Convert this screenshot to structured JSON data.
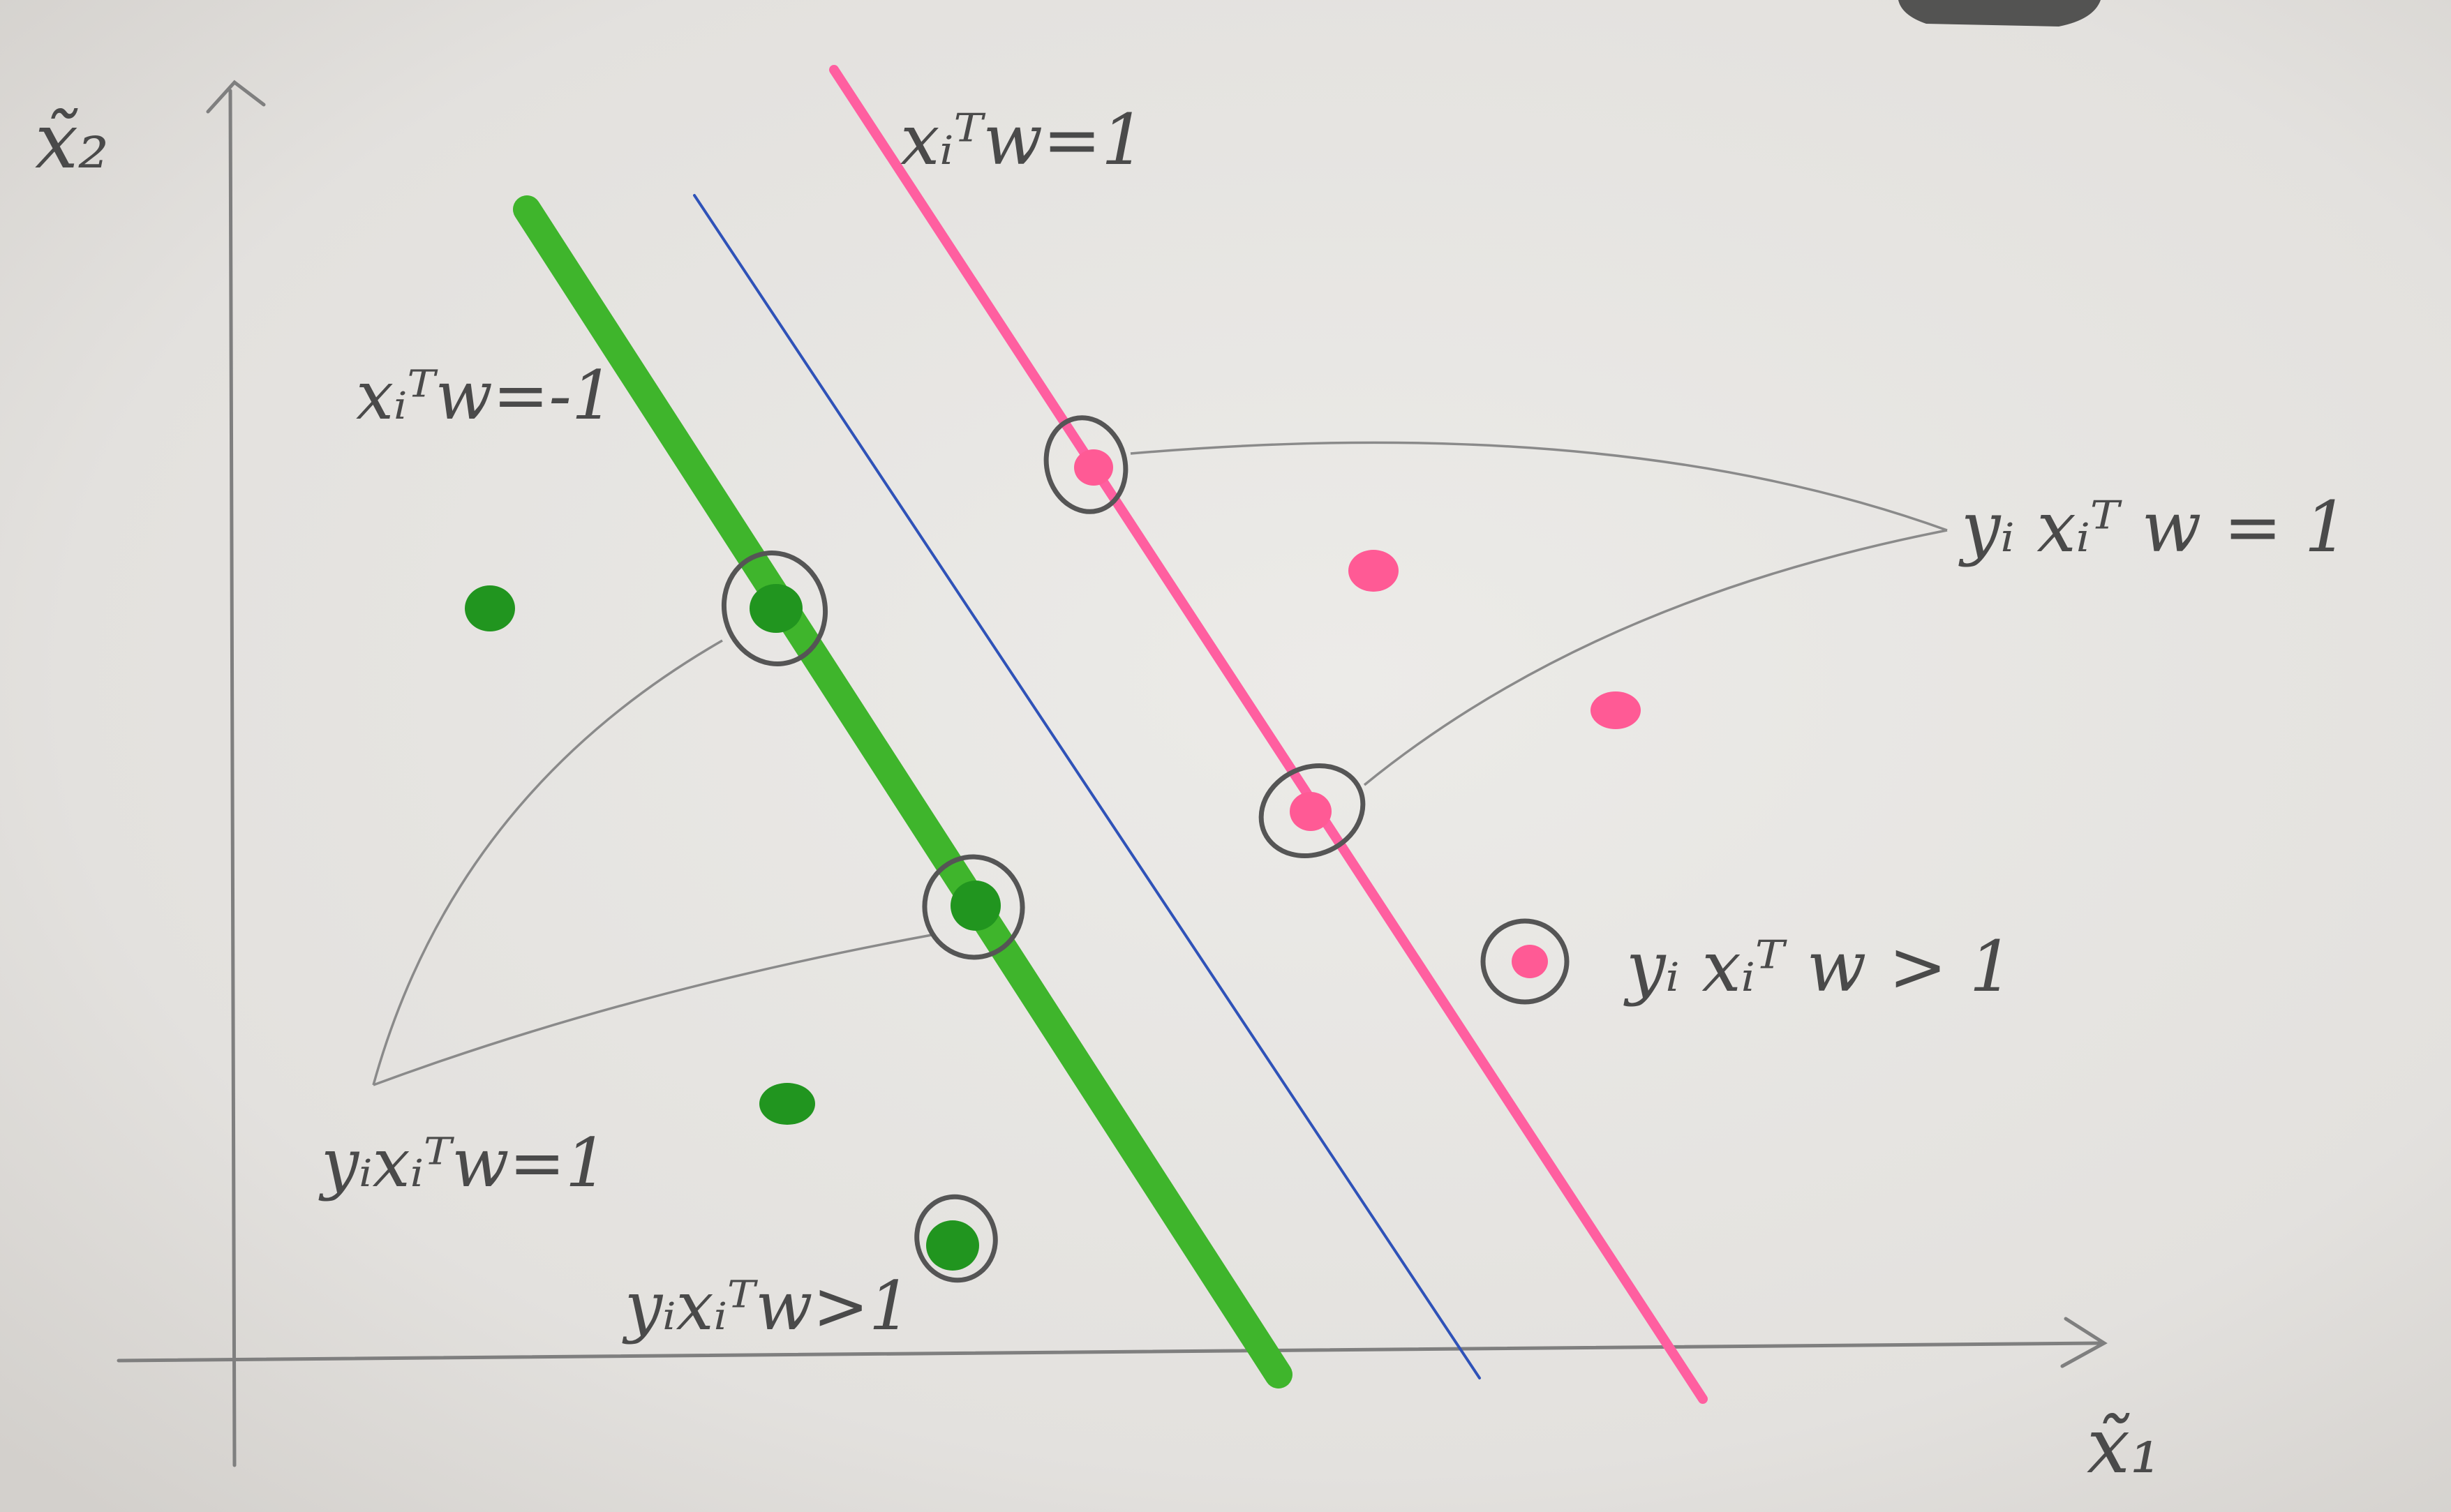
{
  "axes": {
    "x_label": "x̃₁",
    "y_label": "x̃₂"
  },
  "lines": {
    "negative_margin": {
      "label": "xᵢᵀw=-1",
      "color": "#3fb52c"
    },
    "decision_boundary": {
      "label": "",
      "color": "#2f52b8"
    },
    "positive_margin": {
      "label": "xᵢᵀw=1",
      "color": "#ff5fa0"
    }
  },
  "annotations": {
    "positive_support": "yᵢ xᵢᵀ w = 1",
    "negative_support": "yᵢxᵢᵀw=1",
    "positive_outside": "yᵢ xᵢᵀ w > 1",
    "negative_outside": "yᵢxᵢᵀw>1"
  },
  "points": {
    "green_color": "#21951f",
    "pink_color": "#ff5a95",
    "circle_color": "#555555"
  }
}
